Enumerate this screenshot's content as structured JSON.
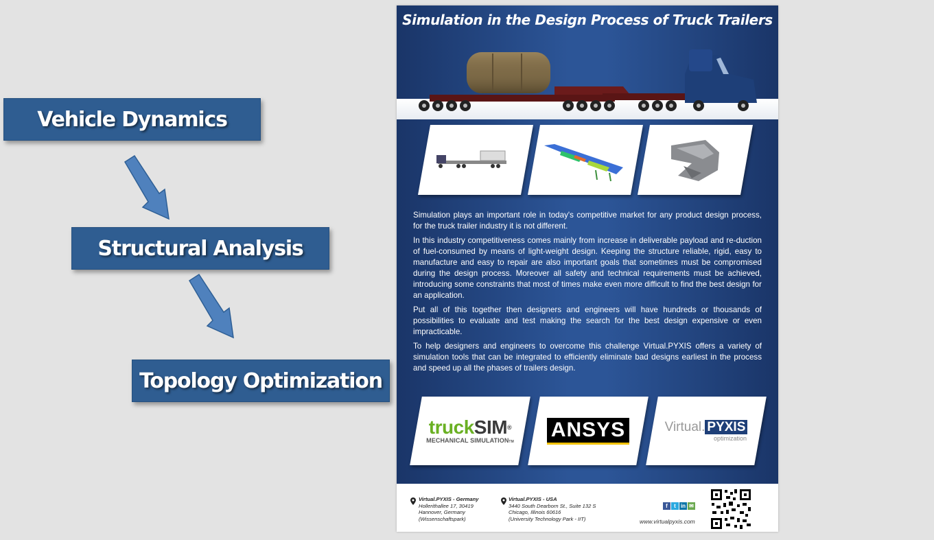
{
  "steps": [
    "Vehicle Dynamics",
    "Structural Analysis",
    "Topology Optimization"
  ],
  "flyer": {
    "title": "Simulation in the Design Process of Truck Trailers",
    "paragraphs": [
      "Simulation plays an important role in today's competitive market for any product design process, for the truck trailer industry it is not different.",
      "In this industry competitiveness comes mainly from increase in deliverable payload and re-duction of fuel-consumed by means of light-weight design. Keeping the structure reliable, rigid, easy to manufacture and easy to repair are also important goals that sometimes must be compromised during the design process. Moreover all safety and technical requirements must be achieved, introducing some constraints that most of times make even more difficult to find the best design for an application.",
      "Put all of this together then designers and engineers will have hundreds or thousands of possibilities to evaluate and test making the search for the best design expensive or even impracticable.",
      "To help designers and engineers to overcome this challenge Virtual.PYXIS offers a variety of simulation tools that can be integrated to efficiently eliminate bad designs earliest in the process and speed up all the phases of trailers design."
    ],
    "logos": {
      "trucksim_a": "truck",
      "trucksim_b": "SIM",
      "trucksim_reg": "®",
      "trucksim_sub": "MECHANICAL SIMULATION",
      "trucksim_tm": "TM",
      "ansys": "ANSYS",
      "pyxis_a": "Virtual.",
      "pyxis_b": "PYXIS",
      "pyxis_sub": "optimization"
    },
    "footer": {
      "germany": {
        "name": "Virtual.PYXIS - Germany",
        "line1": "Hollerithallee 17, 30419",
        "line2": "Hannover, Germany",
        "line3": "(Wissenschaftspark)"
      },
      "usa": {
        "name": "Virtual.PYXIS - USA",
        "line1": "3440 South Dearborn St., Suite 132 S",
        "line2": "Chicago, Illinois 60616",
        "line3": "(University Technology Park - IIT)"
      },
      "social": [
        "f",
        "t",
        "in",
        "✉"
      ],
      "website": "www.virtualpyxis.com"
    }
  },
  "colors": {
    "step_box": "#2f5d91",
    "arrow": "#4f81bd",
    "flyer_blue": "#2c5597",
    "trucksim_green": "#6ab023",
    "ansys_yellow": "#f2c200"
  }
}
